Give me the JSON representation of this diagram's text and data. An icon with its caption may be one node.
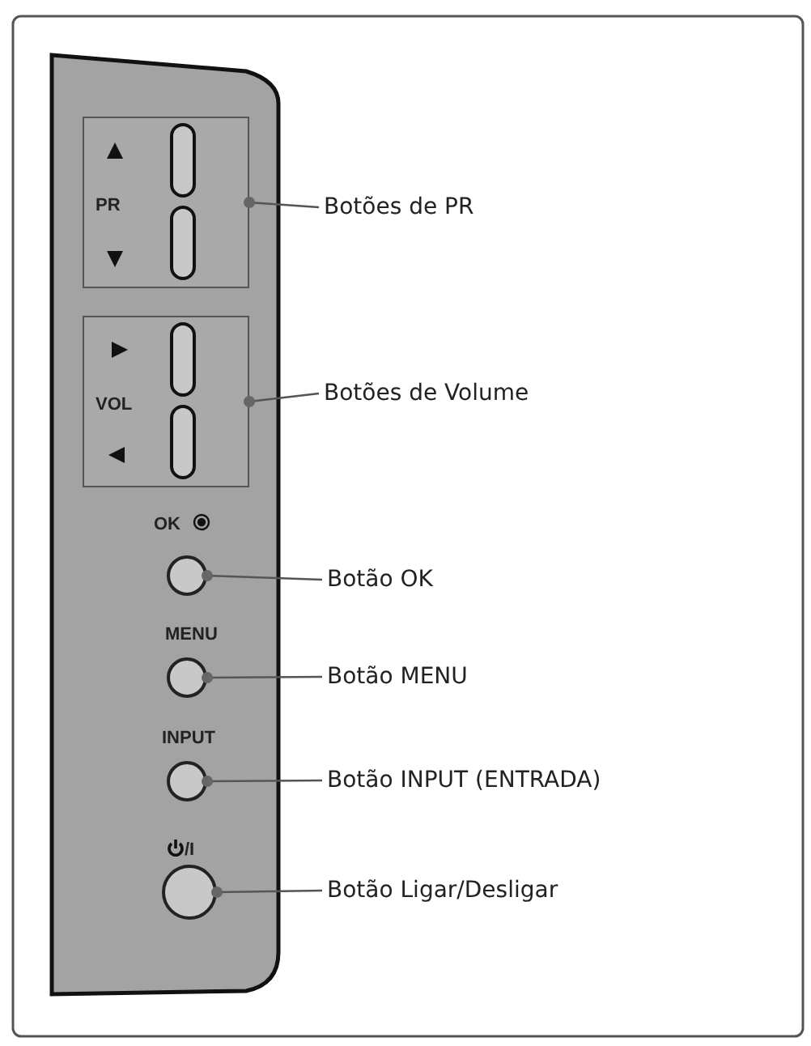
{
  "diagram": {
    "nodes": [
      {
        "text": [
          "Botões de PR"
        ]
      },
      {
        "text": [
          "Botões de Volume"
        ]
      },
      {
        "text": [
          "Botão OK"
        ]
      },
      {
        "text": [
          "Botão MENU"
        ]
      },
      {
        "text": [
          "Botão INPUT (ENTRADA)"
        ]
      },
      {
        "text": [
          "Botão Ligar/Desligar"
        ]
      },
      {
        "text": [],
        "shape": "box"
      },
      {
        "text": [],
        "shape": "box"
      },
      {
        "text": [],
        "shape": "circle"
      },
      {
        "text": [],
        "shape": "circle"
      },
      {
        "text": [],
        "shape": "circle"
      },
      {
        "text": [],
        "shape": "circle"
      }
    ],
    "edges": [
      {
        "from": 0,
        "to": 6,
        "arrow": "other"
      },
      {
        "from": 1,
        "to": 7,
        "arrow": "other"
      },
      {
        "from": 2,
        "to": 8,
        "arrow": "other"
      },
      {
        "from": 3,
        "to": 9,
        "arrow": "other"
      },
      {
        "from": 4,
        "to": 10,
        "arrow": "other"
      },
      {
        "from": 5,
        "to": 11,
        "arrow": "other"
      }
    ],
    "labels": [
      "PR",
      "VOL",
      "OK",
      "MENU",
      "INPUT",
      "/I"
    ]
  }
}
